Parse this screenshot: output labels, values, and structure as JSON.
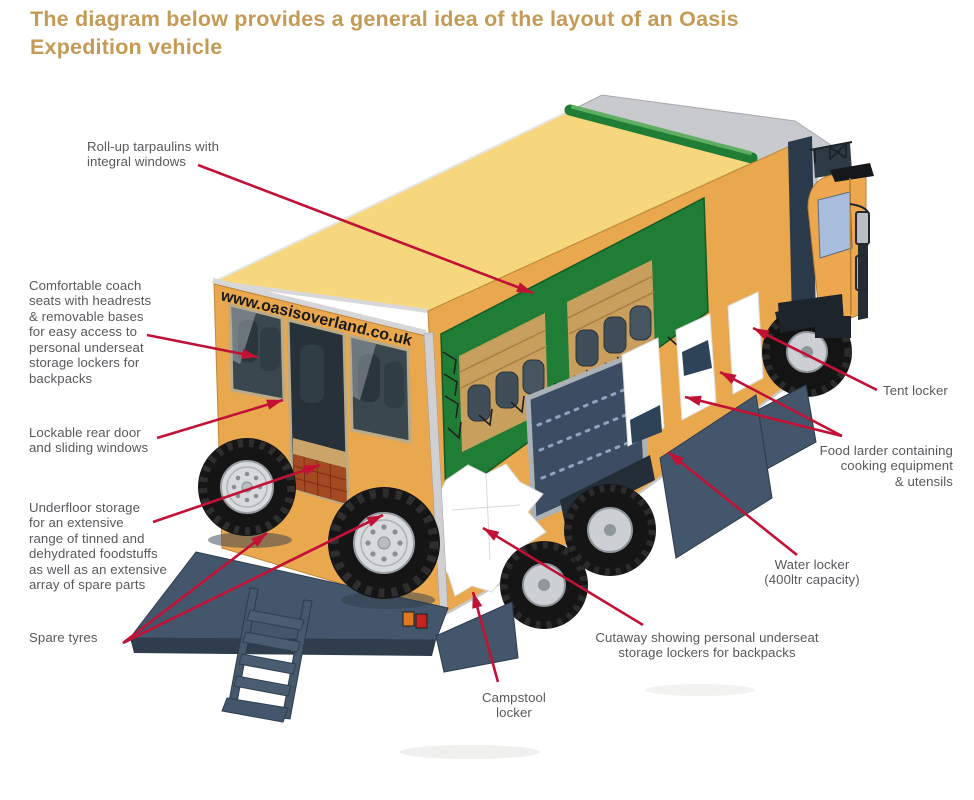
{
  "title": "The diagram below provides a general idea of the layout of an Oasis\nExpedition vehicle",
  "vehicle": {
    "branding_text": "www.oasisoverland.co.uk"
  },
  "labels": {
    "roll_up_tarpaulins": "Roll-up tarpaulins with\nintegral windows",
    "coach_seats": "Comfortable coach\nseats with headrests\n& removable bases\nfor easy access to\npersonal underseat\nstorage lockers for\nbackpacks",
    "rear_door": "Lockable rear door\nand sliding windows",
    "underfloor_storage": "Underfloor storage\nfor an extensive\nrange of tinned and\ndehydrated foodstuffs\nas well as an extensive\narray of spare parts",
    "spare_tyres": "Spare tyres",
    "tent_locker": "Tent locker",
    "food_larder": "Food larder containing\ncooking equipment\n& utensils",
    "water_locker": "Water locker\n(400ltr capacity)",
    "cutaway": "Cutaway showing personal underseat\nstorage lockers for backpacks",
    "campstool_locker": "Campstool\nlocker"
  },
  "colors": {
    "title_gold": "#c49a55",
    "label_gray": "#57585c",
    "arrow_red": "#c11236",
    "body_orange": "#e9a74e",
    "roof_yellow": "#f6d77d",
    "tarp_green": "#1f7d35",
    "panel_slate": "#44566b",
    "cutout_white": "#ffffff",
    "cab_window_blue": "#a9bedd",
    "wall_gray": "#c9cacd"
  }
}
